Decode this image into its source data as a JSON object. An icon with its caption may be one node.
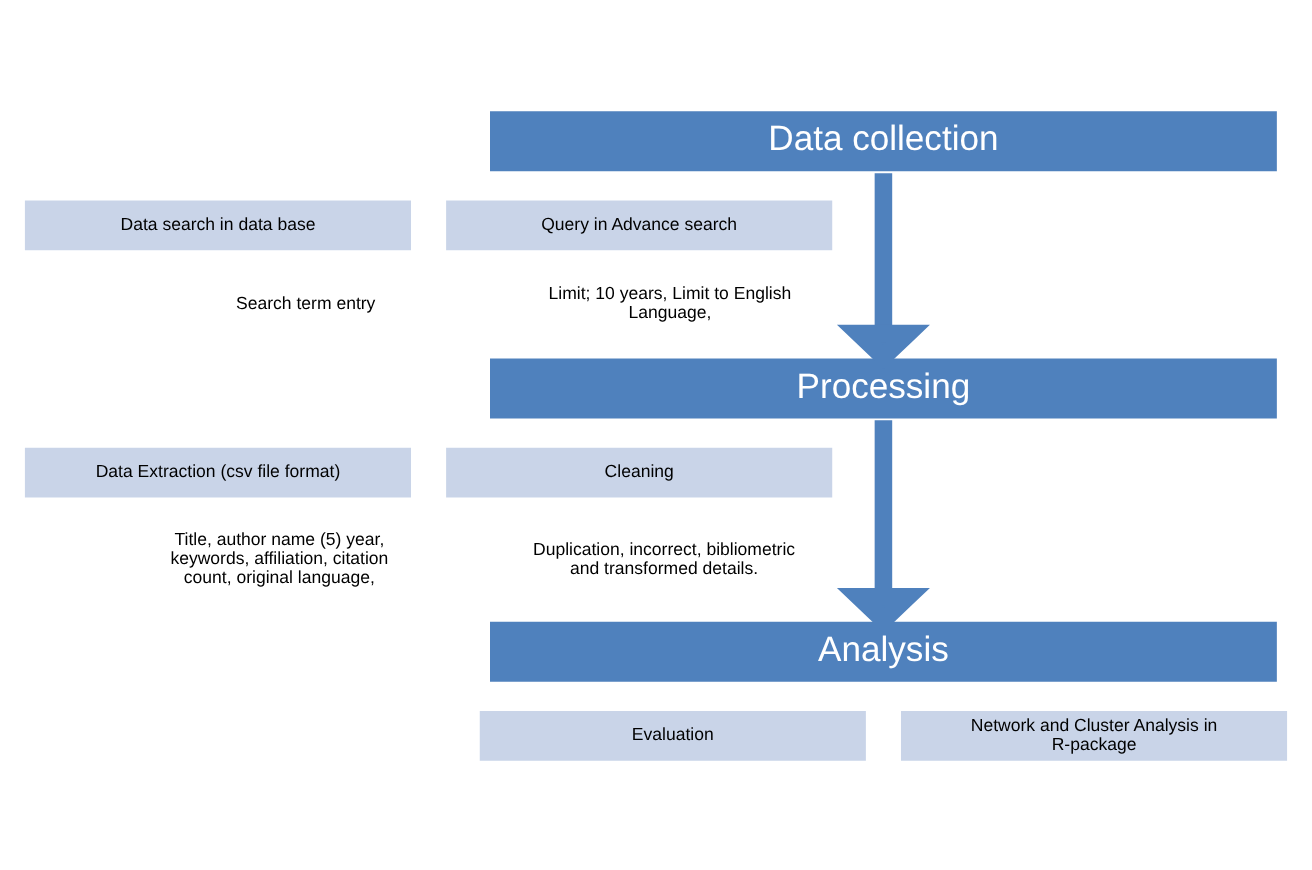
{
  "diagram": {
    "nodes": [
      {
        "text": [
          "Data collection"
        ]
      },
      {
        "text": [
          "Data search in data base"
        ]
      },
      {
        "text": [
          "Query in Advance search"
        ]
      },
      {
        "text": [
          "Processing"
        ]
      },
      {
        "text": [
          "Data Extraction (csv file format)"
        ]
      },
      {
        "text": [
          "Cleaning"
        ]
      },
      {
        "text": [
          "Analysis"
        ]
      },
      {
        "text": [
          "Evaluation"
        ]
      },
      {
        "text": [
          "Network and Cluster Analysis in R-package"
        ]
      }
    ],
    "edges": [
      {
        "from": 0,
        "to": 3,
        "arrow": "to"
      },
      {
        "from": 3,
        "to": 6,
        "arrow": "to"
      }
    ],
    "labels": [
      "Search term entry",
      "Limit; 10 years, Limit to English Language,",
      "Title, author name (5) year, keywords, affiliation, citation count, original language,",
      "Duplication, incorrect, bibliometric and transformed details."
    ]
  }
}
